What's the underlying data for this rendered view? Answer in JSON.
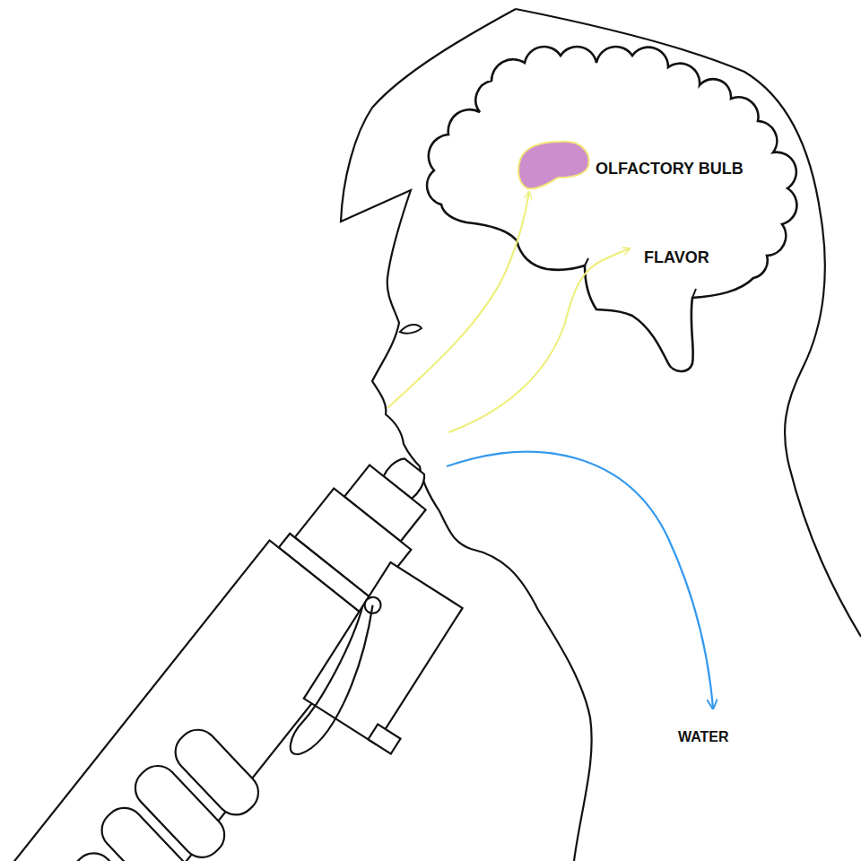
{
  "diagram": {
    "labels": [
      "OLFACTORY BULB",
      "FLAVOR",
      "WATER"
    ]
  }
}
